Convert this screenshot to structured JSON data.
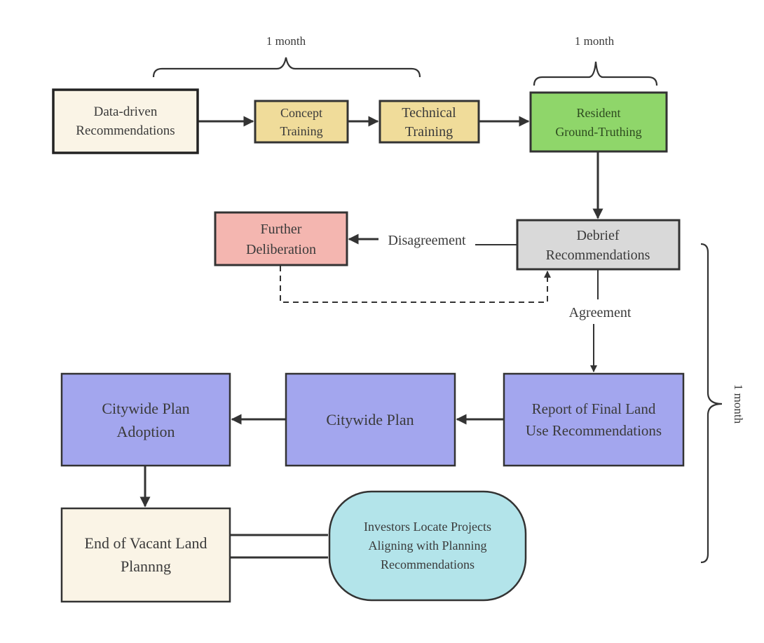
{
  "colors": {
    "cream": "#faf4e6",
    "tan": "#f0dc9a",
    "green": "#8fd66a",
    "pink": "#f4b6b0",
    "gray": "#d9d9d9",
    "periwinkle": "#a3a6ee",
    "cyan": "#b3e4ea",
    "stroke": "#333333"
  },
  "nodes": {
    "data_driven": [
      "Data-driven",
      "Recommendations"
    ],
    "concept": [
      "Concept",
      "Training"
    ],
    "technical": [
      "Technical",
      "Training"
    ],
    "resident": [
      "Resident",
      "Ground-Truthing"
    ],
    "debrief": [
      "Debrief",
      "Recommendations"
    ],
    "further": [
      "Further",
      "Deliberation"
    ],
    "report": [
      "Report of Final Land",
      "Use Recommendations"
    ],
    "citywide_plan": [
      "Citywide Plan"
    ],
    "adoption": [
      "Citywide Plan",
      "Adoption"
    ],
    "end_vacant": [
      "End of Vacant Land",
      "Plannng"
    ],
    "investors": [
      "Investors Locate Projects",
      "Aligning with Planning",
      "Recommendations"
    ]
  },
  "edge_labels": {
    "disagreement": "Disagreement",
    "agreement": "Agreement"
  },
  "braces": {
    "training": "1 month",
    "ground_truthing": "1 month",
    "debrief_to_end": "1 month"
  }
}
